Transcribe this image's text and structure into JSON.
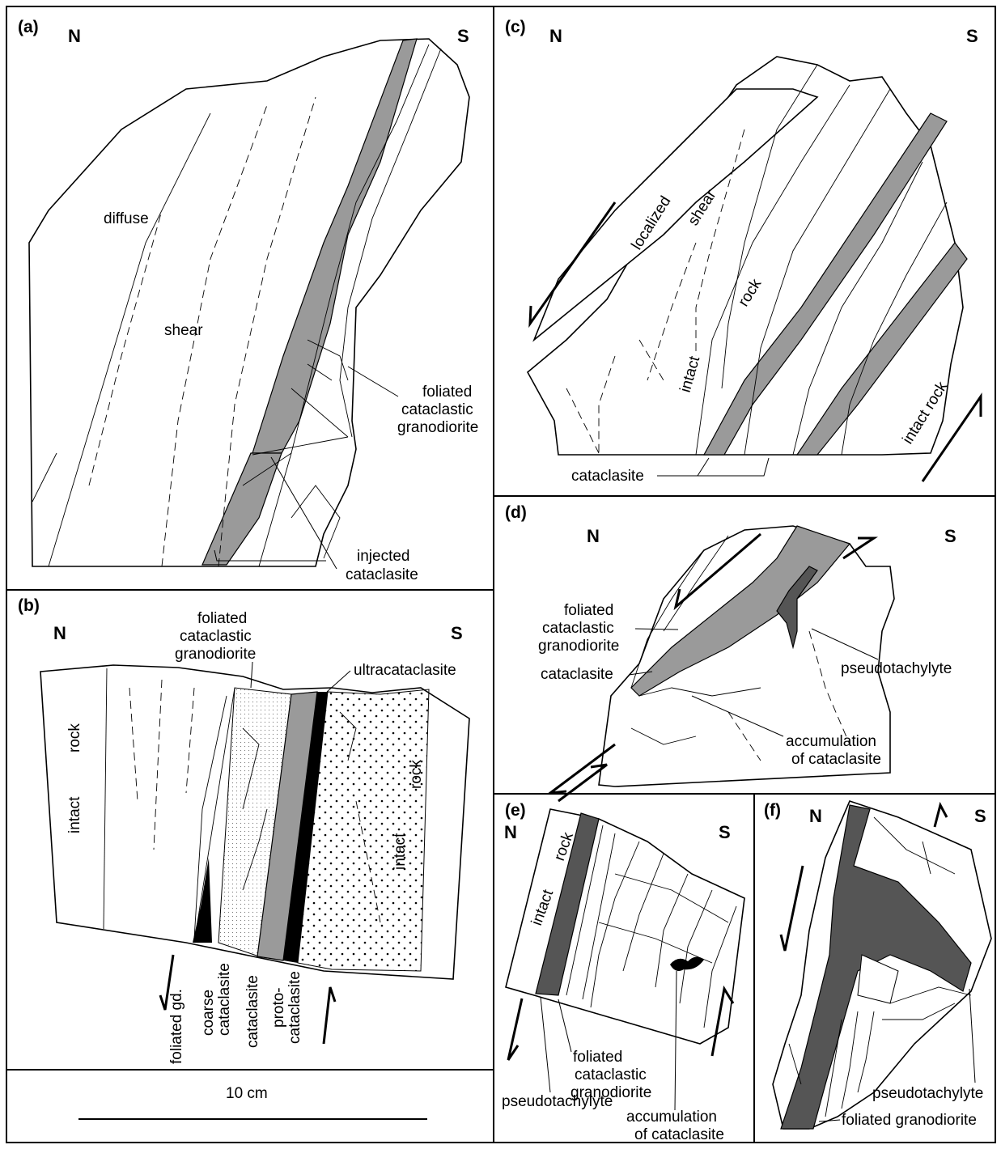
{
  "panels": {
    "a": {
      "id": "(a)",
      "north": "N",
      "south": "S",
      "labels": {
        "diffuse": "diffuse",
        "shear": "shear",
        "foliated1": "foliated",
        "foliated2": "cataclastic",
        "foliated3": "granodiorite",
        "injected1": "injected",
        "injected2": "cataclasite"
      }
    },
    "b": {
      "id": "(b)",
      "north": "N",
      "south": "S",
      "labels": {
        "fcg1": "foliated",
        "fcg2": "cataclastic",
        "fcg3": "granodiorite",
        "ultra": "ultracataclasite",
        "intact_left_a": "intact",
        "intact_left_b": "rock",
        "intact_right_a": "intact",
        "intact_right_b": "rock",
        "foliated_gd": "foliated gd.",
        "coarse1": "coarse",
        "coarse2": "cataclasite",
        "cataclasite": "cataclasite",
        "proto1": "proto-",
        "proto2": "cataclasite"
      }
    },
    "c": {
      "id": "(c)",
      "north": "N",
      "south": "S",
      "labels": {
        "localized": "localized",
        "shear": "shear",
        "rock": "rock",
        "intact": "intact",
        "intact_rock": "intact rock",
        "cataclasite": "cataclasite"
      }
    },
    "d": {
      "id": "(d)",
      "north": "N",
      "south": "S",
      "labels": {
        "fcg1": "foliated",
        "fcg2": "cataclastic",
        "fcg3": "granodiorite",
        "cataclasite": "cataclasite",
        "pseudo": "pseudotachylyte",
        "acc1": "accumulation",
        "acc2": "of cataclasite"
      }
    },
    "e": {
      "id": "(e)",
      "north": "N",
      "south": "S",
      "labels": {
        "intact": "intact",
        "rock": "rock",
        "fcg1": "foliated",
        "fcg2": "cataclastic",
        "fcg3": "granodiorite",
        "pseudo": "pseudotachylyte",
        "acc1": "accumulation",
        "acc2": "of cataclasite"
      }
    },
    "f": {
      "id": "(f)",
      "north": "N",
      "south": "S",
      "labels": {
        "pseudo": "pseudotachylyte",
        "fgd": "foliated granodiorite"
      }
    }
  },
  "scale_bar": {
    "label": "10 cm"
  },
  "colors": {
    "cataclasite_band": "#9a9a9a",
    "pseudotachylyte": "#555555",
    "ultracataclasite": "#000000"
  }
}
